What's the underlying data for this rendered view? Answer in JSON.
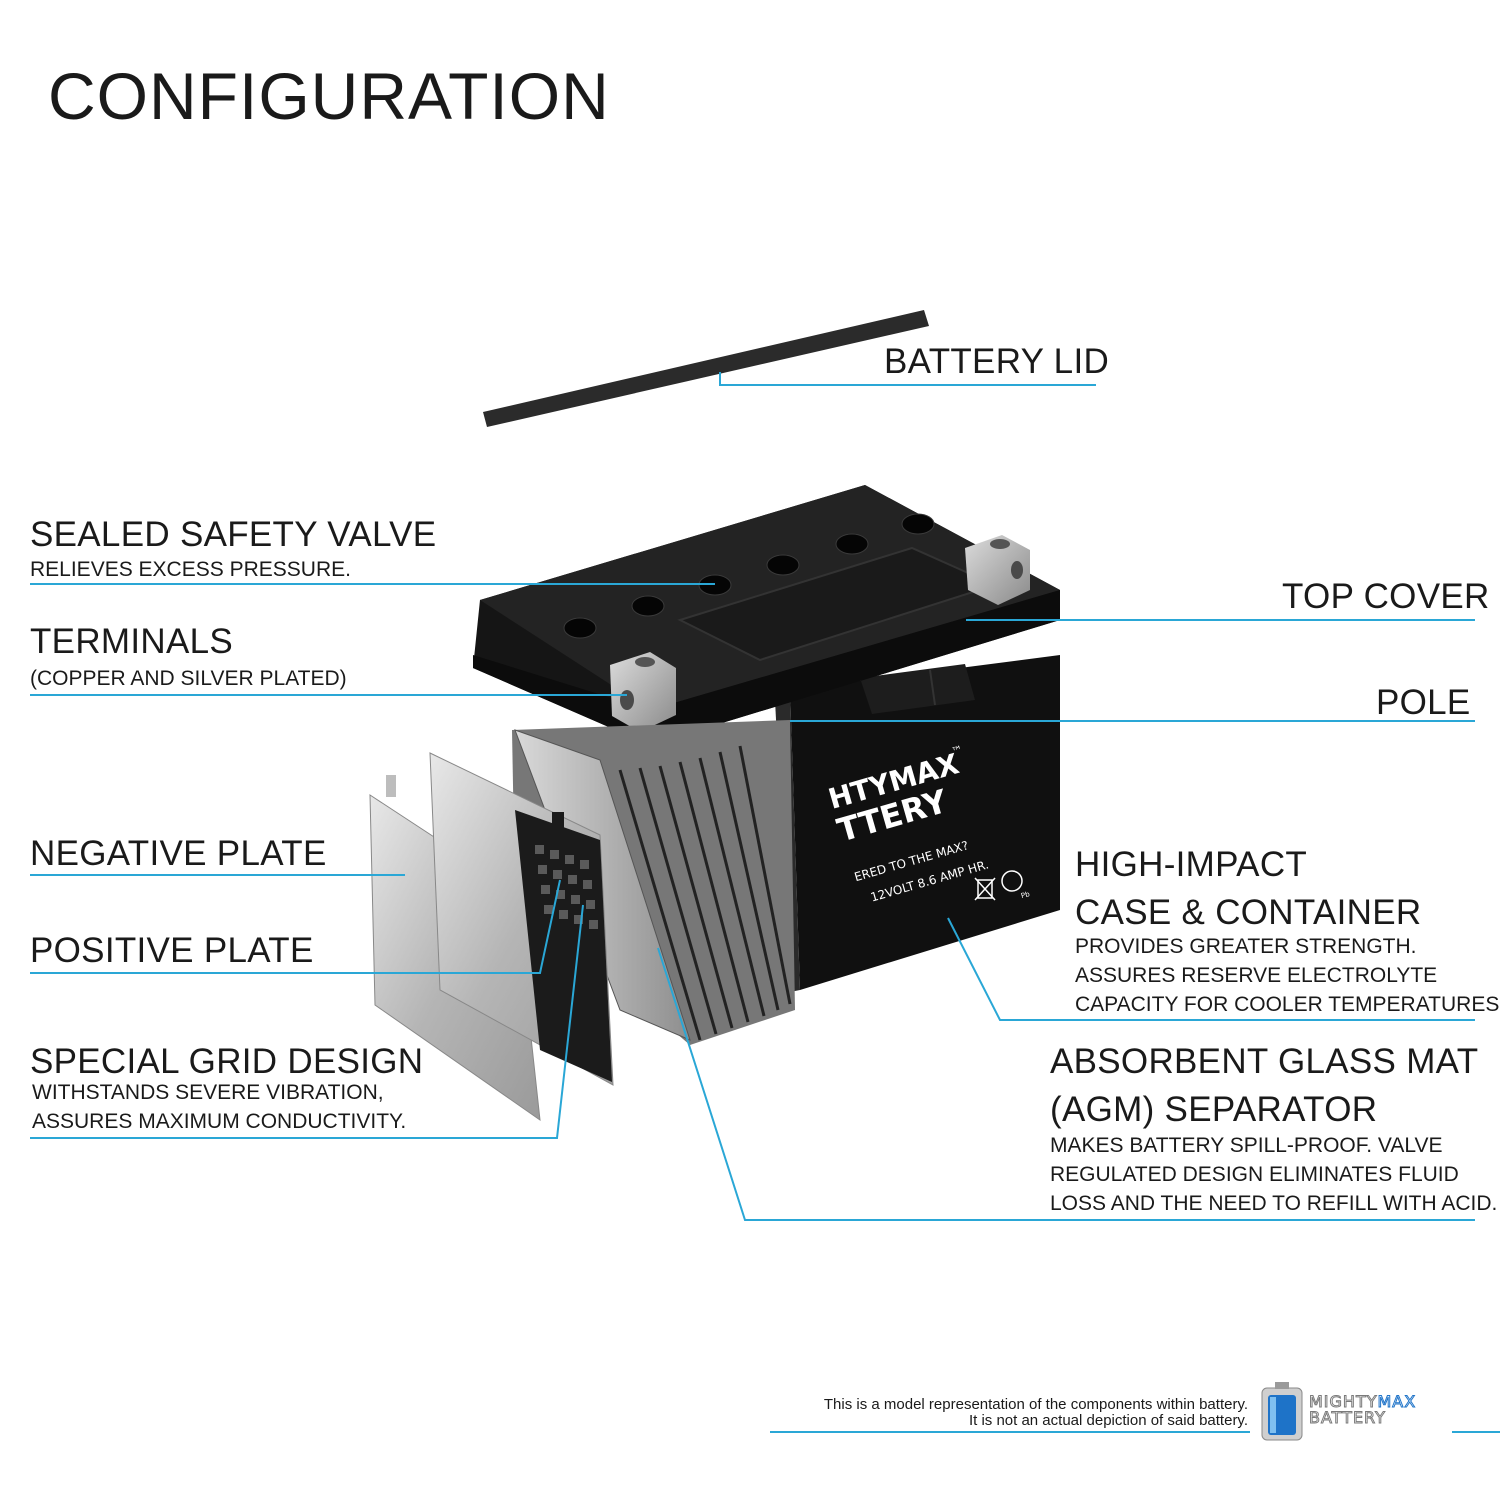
{
  "title": "CONFIGURATION",
  "labels": {
    "battery_lid": "BATTERY LID",
    "sealed_valve": {
      "title": "SEALED SAFETY VALVE",
      "desc": "RELIEVES EXCESS PRESSURE."
    },
    "terminals": {
      "title": "TERMINALS",
      "desc": "(COPPER AND SILVER PLATED)"
    },
    "negative_plate": "NEGATIVE PLATE",
    "positive_plate": "POSITIVE PLATE",
    "grid_design": {
      "title": "SPECIAL GRID DESIGN",
      "desc1": "WITHSTANDS SEVERE VIBRATION,",
      "desc2": "ASSURES MAXIMUM CONDUCTIVITY."
    },
    "top_cover": "TOP COVER",
    "pole": "POLE",
    "case": {
      "title1": "HIGH-IMPACT",
      "title2": "CASE & CONTAINER",
      "desc1": "PROVIDES GREATER STRENGTH.",
      "desc2": "ASSURES RESERVE ELECTROLYTE",
      "desc3": "CAPACITY FOR COOLER TEMPERATURES."
    },
    "agm": {
      "title1": "ABSORBENT GLASS MAT",
      "title2": "(AGM) SEPARATOR",
      "desc1": "MAKES BATTERY SPILL-PROOF. VALVE",
      "desc2": "REGULATED DESIGN ELIMINATES FLUID",
      "desc3": "LOSS AND THE NEED TO REFILL WITH ACID."
    }
  },
  "battery_print": {
    "brand1": "HTYMAX",
    "tm": "™",
    "brand2": "TTERY",
    "tagline": "ERED TO THE MAX?",
    "rating": "12VOLT 8.6 AMP HR.",
    "pb": "Pb"
  },
  "disclaimer": {
    "line1": "This is a model representation of the components within battery.",
    "line2": "It is not an actual depiction of said battery."
  },
  "logo": {
    "word1a": "MIGHTY",
    "word1b": "MAX",
    "word2": "BATTERY"
  },
  "colors": {
    "leader": "#2aa7d6",
    "battery_body": "#111111",
    "plate": "#c9c9c9"
  }
}
